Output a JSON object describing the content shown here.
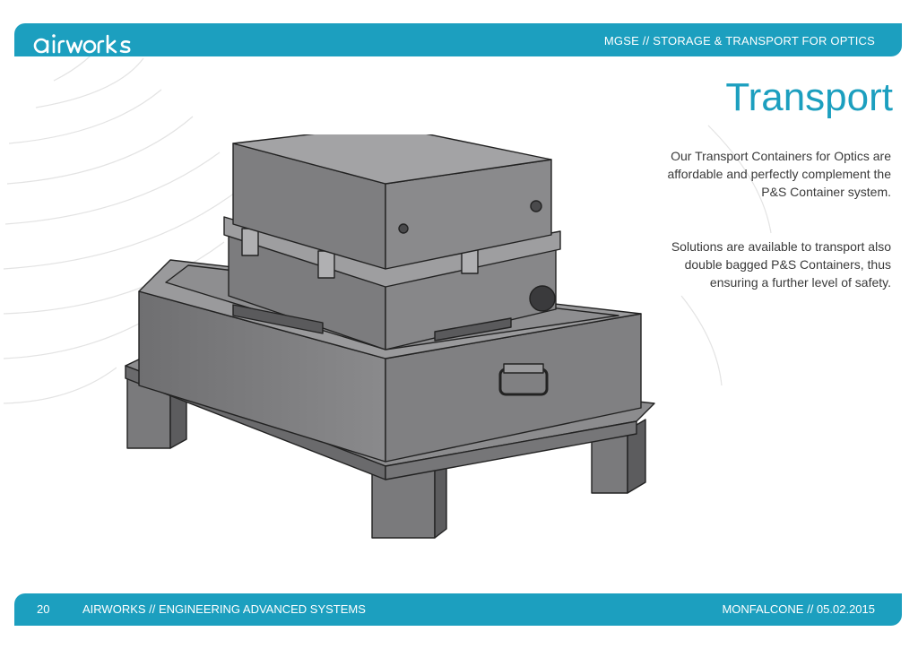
{
  "header": {
    "logo_text": "airworks",
    "title": "MGSE // STORAGE & TRANSPORT FOR OPTICS"
  },
  "main": {
    "page_title": "Transport",
    "paragraphs": [
      "Our Transport Containers for Optics are affordable and perfectly complement the P&S Container system.",
      "Solutions are available to transport also double bagged P&S Containers, thus ensuring a further level of safety."
    ],
    "image": {
      "subject": "transport-container-3d-render"
    }
  },
  "footer": {
    "page_number": "20",
    "left_text": "AIRWORKS // ENGINEERING ADVANCED SYSTEMS",
    "right_text": "MONFALCONE // 05.02.2015"
  },
  "colors": {
    "accent": "#1c9fbf",
    "text": "#3a3a3a",
    "model_gray": "#7a7a7c"
  }
}
